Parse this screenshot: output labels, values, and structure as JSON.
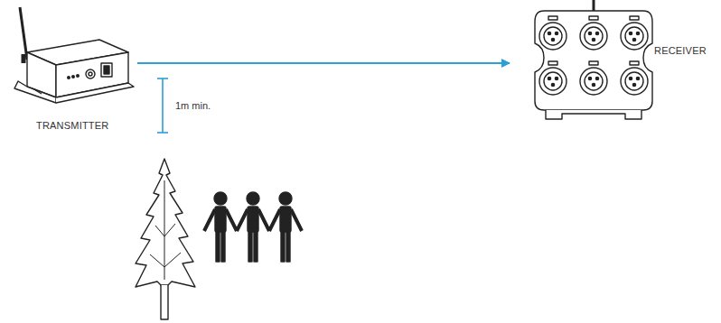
{
  "diagram": {
    "nodes": [
      {
        "text": [
          "TRANSMITTER"
        ]
      },
      {
        "text": [
          "RECEIVER"
        ]
      }
    ],
    "edges": [
      {
        "from": 0,
        "to": 1,
        "arrow": "to"
      }
    ],
    "labels": [
      "1m min."
    ]
  }
}
